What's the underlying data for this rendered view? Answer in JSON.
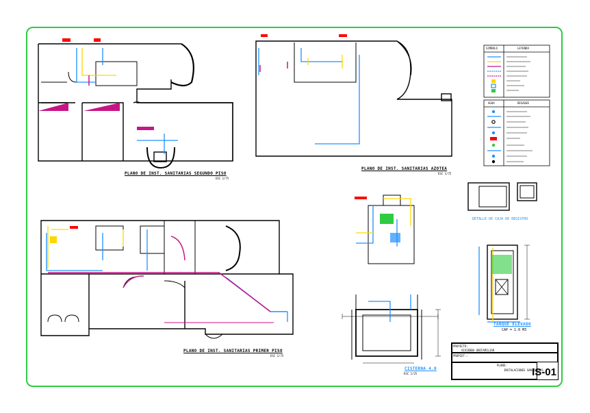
{
  "plans": {
    "second_floor": {
      "title": "PLANO DE INST. SANITARIAS SEGUNDO PISO",
      "scale": "ESC 1/75"
    },
    "roof": {
      "title": "PLANO DE INST. SANITARIAS AZOTEA",
      "scale": "ESC 1/75"
    },
    "first_floor": {
      "title": "PLANO DE INST. SANITARIAS PRIMER PISO",
      "scale": "ESC 1/75"
    }
  },
  "details": {
    "cistern": {
      "title": "CISTERNA 4.0",
      "scale": "ESC 1/25"
    },
    "tank": {
      "title": "TANQUE ELEVADO",
      "note": "CAP = 1.0 M3"
    },
    "valve_box": {
      "title": "DETALLE DE CAJA DE REGISTRO"
    }
  },
  "legend": {
    "header_left": "SIMBOLO",
    "header_right": "LEYENDA",
    "header2_left": "AGUA",
    "header2_right": "DESAGUE"
  },
  "title_block": {
    "project_label": "PROYECTO:",
    "project": "VIVIENDA UNIFAMILIAR",
    "owner_label": "PROPIET.:",
    "plan_label": "PLANO:",
    "plan_name": "INSTALACIONES SANITARIAS",
    "code": "IS-01"
  },
  "colors": {
    "frame": "#2ecc40",
    "walls": "#000000",
    "water": "#1e90ff",
    "hot_water": "#ffd700",
    "drain": "#c71585",
    "alert": "#ff0000"
  }
}
